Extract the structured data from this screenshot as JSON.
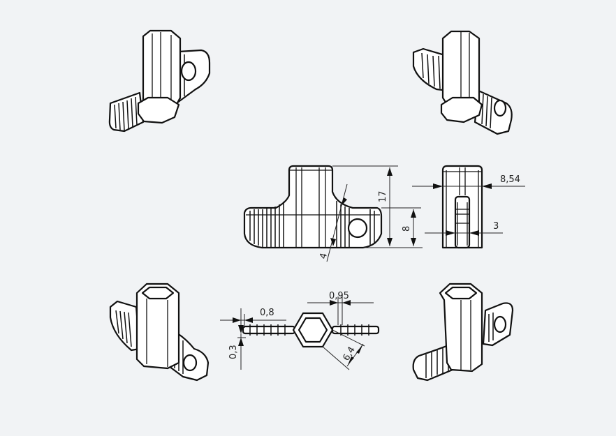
{
  "drawing": {
    "background": "#f1f3f5",
    "line_color": "#111111",
    "views": [
      {
        "id": "iso-top-left",
        "type": "isometric"
      },
      {
        "id": "iso-top-right",
        "type": "isometric"
      },
      {
        "id": "front",
        "type": "orthographic"
      },
      {
        "id": "side",
        "type": "orthographic"
      },
      {
        "id": "top",
        "type": "orthographic"
      },
      {
        "id": "iso-bottom-left",
        "type": "isometric"
      },
      {
        "id": "iso-bottom-right",
        "type": "isometric"
      }
    ],
    "dimensions": {
      "front_height": "17",
      "front_handle_height": "8",
      "front_diagonal": "4",
      "side_width": "8,54",
      "side_slot": "3",
      "top_rib_pitch": "0,8",
      "top_rib_depth": "0,3",
      "top_rib_width": "0,95",
      "top_hex": "6,4"
    }
  }
}
